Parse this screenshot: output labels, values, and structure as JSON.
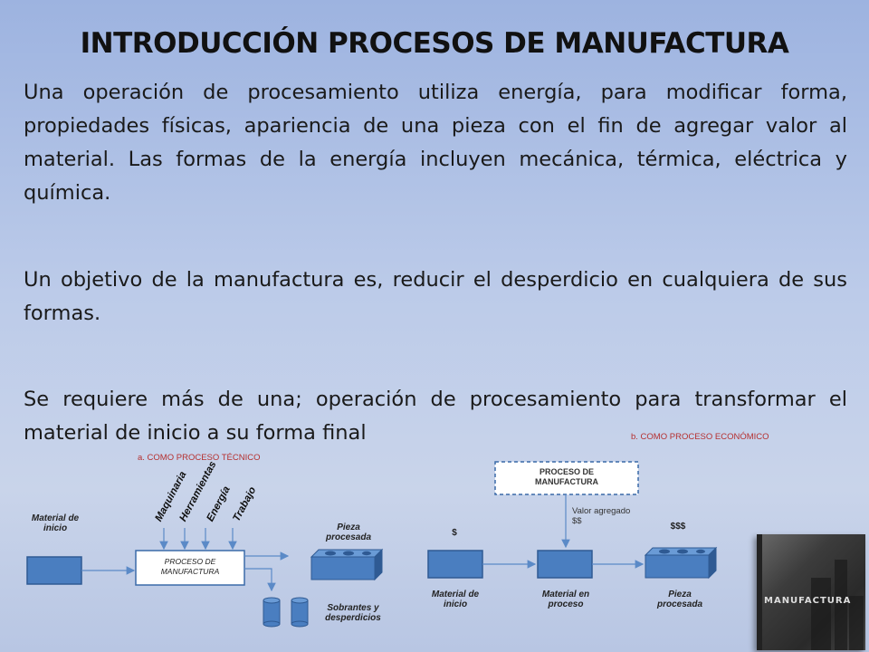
{
  "title": "INTRODUCCIÓN PROCESOS DE MANUFACTURA",
  "paragraphs": [
    "Una operación de procesamiento utiliza energía, para modificar forma, propiedades físicas, apariencia de una pieza con el fin de agregar valor al material. Las formas de la energía incluyen mecánica, térmica, eléctrica y química.",
    "Un objetivo de la manufactura es, reducir el desperdicio en cualquiera de sus formas.",
    "Se requiere más de una; operación de procesamiento para transformar el material de inicio a su forma final"
  ],
  "diagram_a": {
    "heading": "a. COMO PROCESO TÉCNICO",
    "input_label": "Material de inicio",
    "inputs": [
      "Maquinaria",
      "Herramientas",
      "Energía",
      "Trabajo"
    ],
    "process": "PROCESO DE MANUFACTURA",
    "output": "Pieza procesada",
    "waste": "Sobrantes y desperdicios"
  },
  "diagram_b": {
    "heading": "b. COMO PROCESO ECONÓMICO",
    "process": "PROCESO DE MANUFACTURA",
    "value_added": "Valor agregado $$",
    "cost1": "$",
    "cost3": "$$$",
    "label1": "Material de inicio",
    "label2": "Material en proceso",
    "label3": "Pieza procesada"
  },
  "book": {
    "logo": "MANUFACTURA"
  },
  "colors": {
    "box_fill": "#4a7ec0",
    "box_dark": "#2f5a93",
    "arrow": "#5b8ac7",
    "heading_red": "#b53030"
  }
}
